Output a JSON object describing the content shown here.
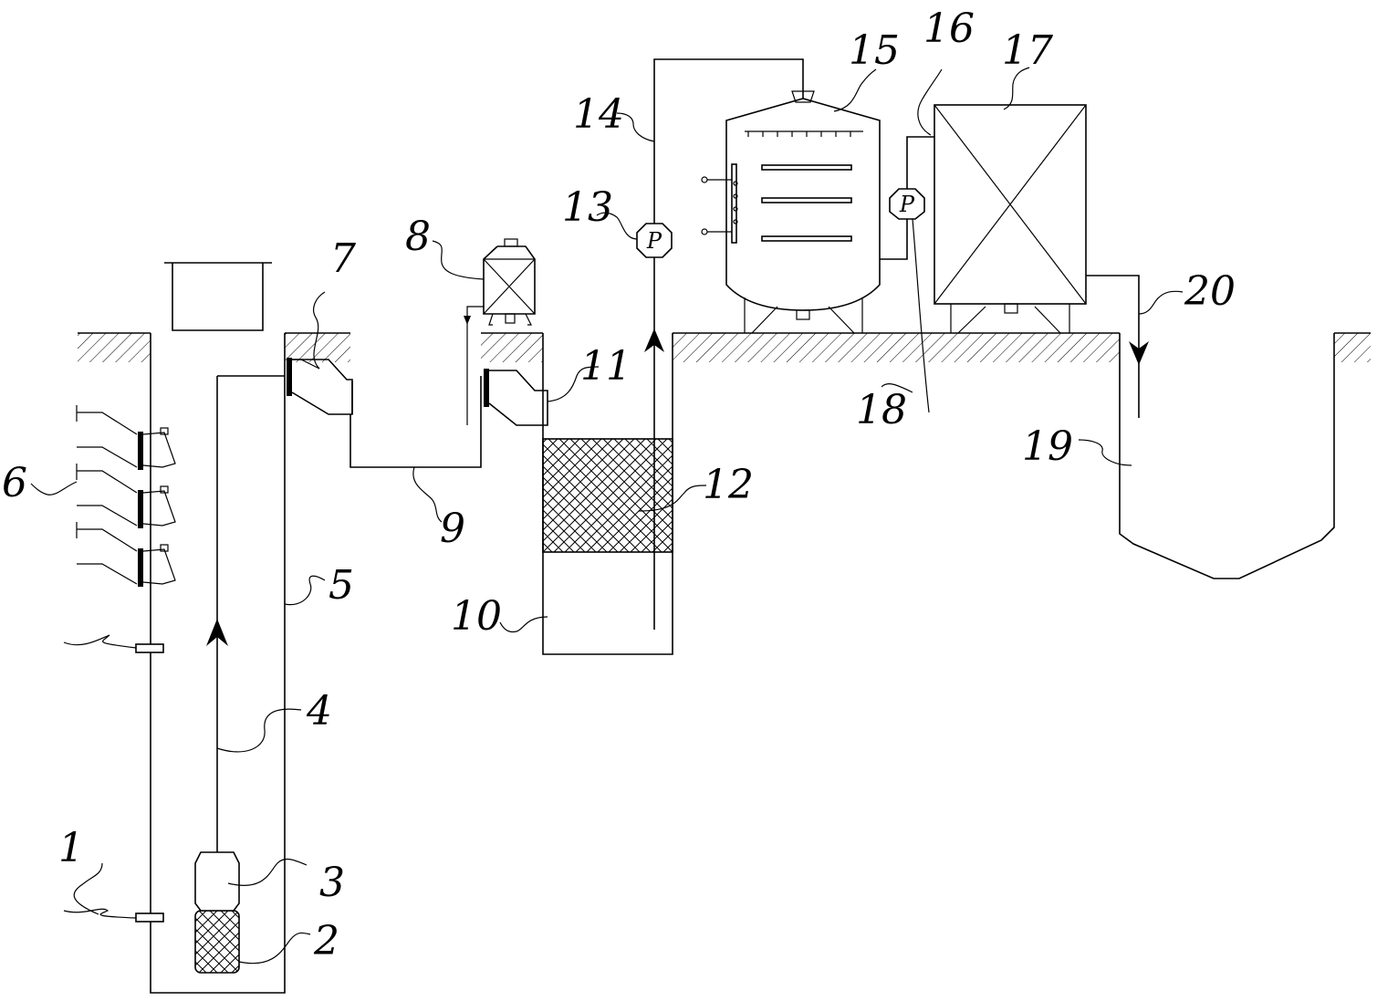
{
  "labels": {
    "l1": "1",
    "l2": "2",
    "l3": "3",
    "l4": "4",
    "l5": "5",
    "l6": "6",
    "l7": "7",
    "l8": "8",
    "l9": "9",
    "l10": "10",
    "l11": "11",
    "l12": "12",
    "l13": "13",
    "l14": "14",
    "l15": "15",
    "l16": "16",
    "l17": "17",
    "l18": "18",
    "l19": "19",
    "l20": "20"
  },
  "pumps": {
    "pump_13": "P",
    "pump_18": "P"
  }
}
